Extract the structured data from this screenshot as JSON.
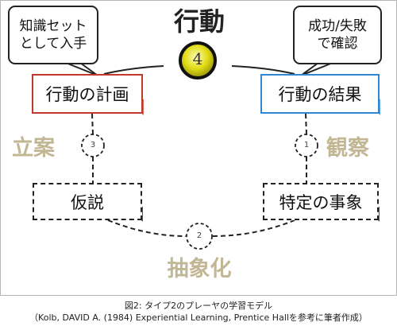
{
  "diagram": {
    "title": "行動",
    "phases": {
      "left": "立案",
      "right": "観察",
      "bottom": "抽象化"
    },
    "boxes": {
      "plan": "行動の計画",
      "result": "行動の結果",
      "hypothesis": "仮説",
      "event": "特定の事象"
    },
    "callouts": {
      "left": {
        "line1": "知識セット",
        "line2": "として入手"
      },
      "right": {
        "line1": "成功/失敗",
        "line2": "で確認"
      }
    },
    "nodes": {
      "n1": "1",
      "n2": "2",
      "n3": "3",
      "n4": "4"
    },
    "colors": {
      "plan_border": "#c0392b",
      "result_border": "#2e86d4",
      "phase_text": "#c2b795",
      "node4_fill": "#e2dd17"
    }
  },
  "caption": {
    "line1": "図2: タイプ2のプレーヤの学習モデル",
    "line2": "（Kolb, DAVID A. (1984) Experiential Learning, Prentice Hallを参考に筆者作成）"
  }
}
